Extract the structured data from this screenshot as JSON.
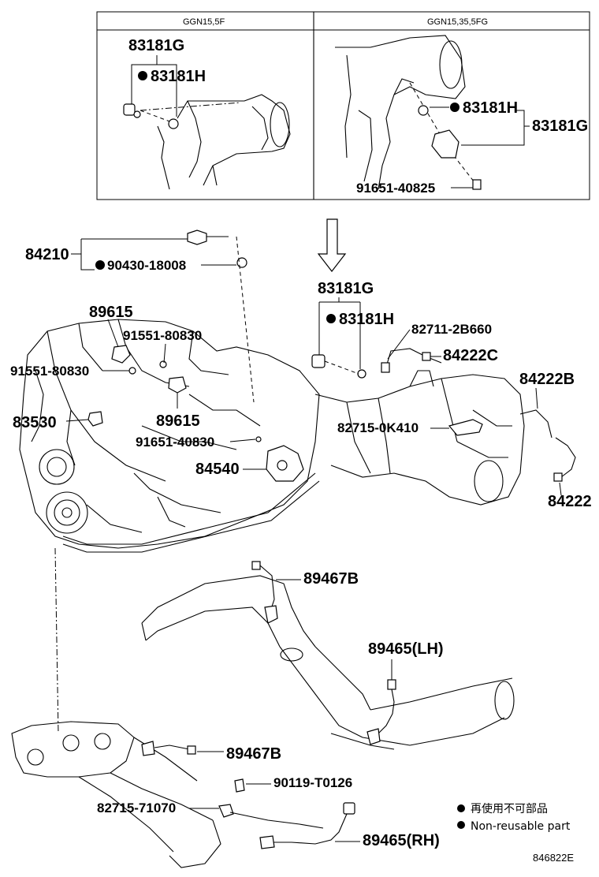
{
  "insets": [
    {
      "header": "GGN15,5F",
      "labels": [
        "83181G",
        "83181H"
      ]
    },
    {
      "header": "GGN15,35,5FG",
      "labels": [
        "83181H",
        "83181G",
        "91651-40825"
      ]
    }
  ],
  "main_labels": {
    "p84210": "84210",
    "p90430": "90430-18008",
    "p89615a": "89615",
    "p91551a": "91551-80830",
    "p91551b": "91551-80830",
    "p83530": "83530",
    "p89615b": "89615",
    "p91651b": "91651-40830",
    "p84540": "84540",
    "p83181g": "83181G",
    "p83181h": "83181H",
    "p82711": "82711-2B660",
    "p84222c": "84222C",
    "p84222b": "84222B",
    "p82715a": "82715-0K410",
    "p84222": "84222",
    "p89467b_top": "89467B",
    "p89465lh": "89465(LH)",
    "p89467b_bot": "89467B",
    "p90119": "90119-T0126",
    "p82715b": "82715-71070",
    "p89465rh": "89465(RH)"
  },
  "legend": {
    "japanese": "再使用不可部品",
    "english": "Non-reusable part"
  },
  "figure_code": "846822E"
}
